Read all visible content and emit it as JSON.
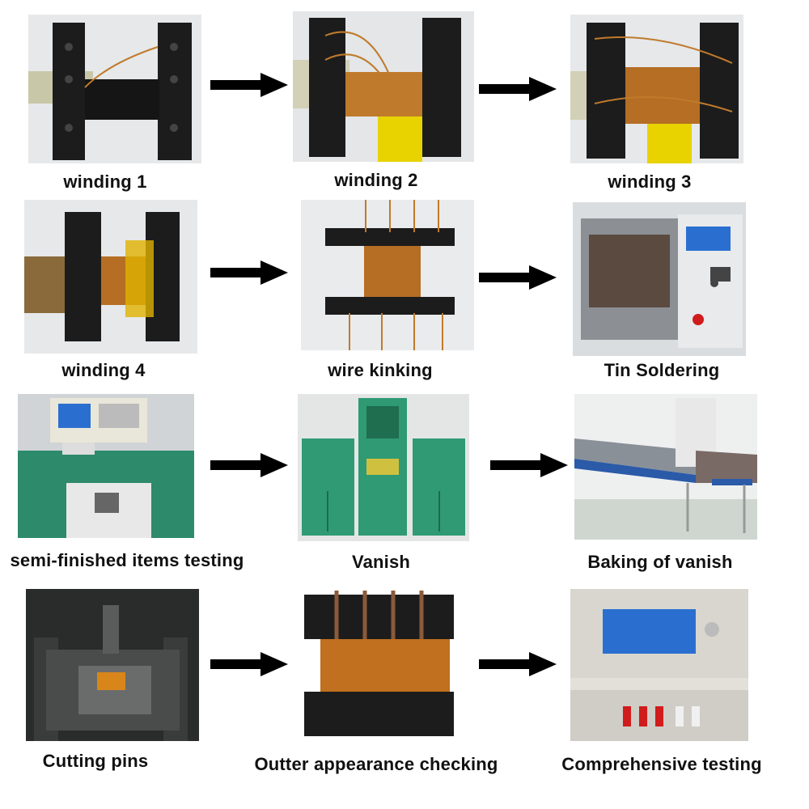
{
  "steps": [
    {
      "label": "winding 1"
    },
    {
      "label": "winding 2"
    },
    {
      "label": "winding 3"
    },
    {
      "label": "winding  4"
    },
    {
      "label": "wire kinking"
    },
    {
      "label": "Tin Soldering"
    },
    {
      "label": "semi-finished items testing"
    },
    {
      "label": "Vanish"
    },
    {
      "label": "Baking of vanish"
    },
    {
      "label": "Cutting pins"
    },
    {
      "label": "Outter appearance checking"
    },
    {
      "label": "Comprehensive testing"
    }
  ],
  "colors": {
    "arrow": "#000000",
    "bobbin": "#1a1a1a",
    "copper": "#c07a2c",
    "tape": "#e8d300",
    "machine_green": "#2f9a74",
    "panel": "#d6dbe0"
  },
  "icons": {
    "arrow": "right-arrow-icon"
  }
}
